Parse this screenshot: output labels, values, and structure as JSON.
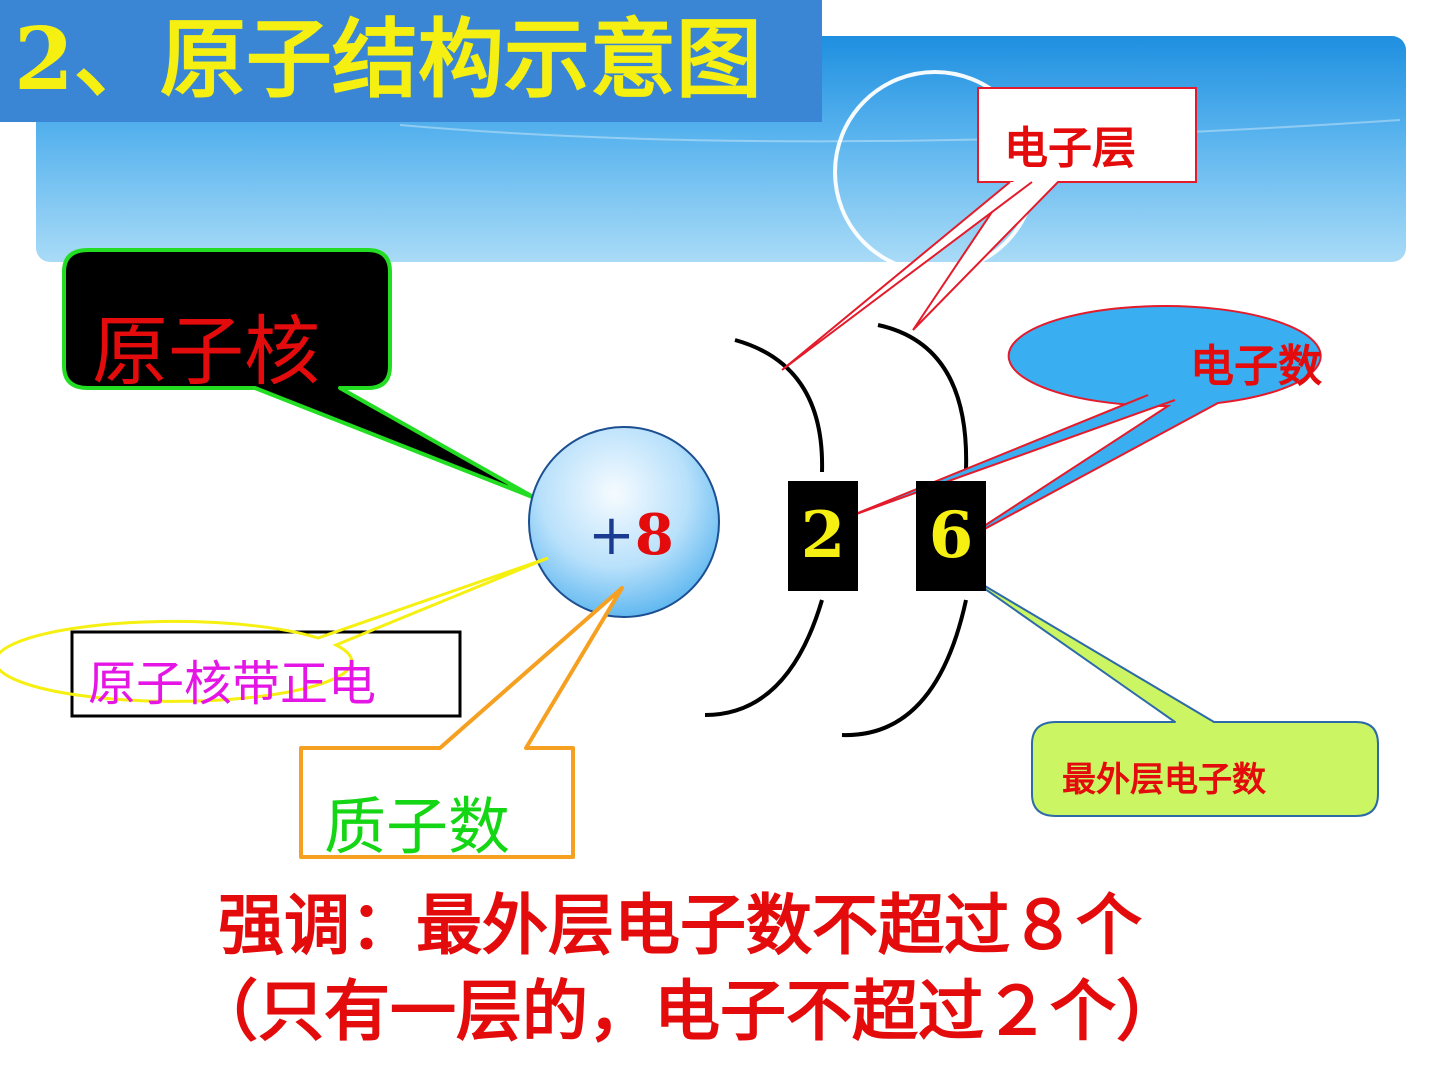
{
  "title": "2、原子结构示意图",
  "nucleus": {
    "label": "原子核",
    "charge_sign": "+",
    "charge_value": "8"
  },
  "shells": [
    {
      "electrons": "2"
    },
    {
      "electrons": "6"
    }
  ],
  "callouts": {
    "electron_shell": "电子层",
    "electron_count": "电子数",
    "nucleus_positive": "原子核带正电",
    "proton_count": "质子数",
    "outer_electrons": "最外层电子数"
  },
  "notes": {
    "line1": "强调：最外层电子数不超过８个",
    "line2": "（只有一层的，电子不超过２个）"
  },
  "colors": {
    "title": "#f5f011",
    "highlight_red": "#e30b0b",
    "nucleus_callout_border": "#22dd22",
    "electron_count_fill": "#39aef0",
    "outer_electron_fill": "#ccf564",
    "proton_callout_border": "#f5a021",
    "positive_text": "#e516e5"
  }
}
